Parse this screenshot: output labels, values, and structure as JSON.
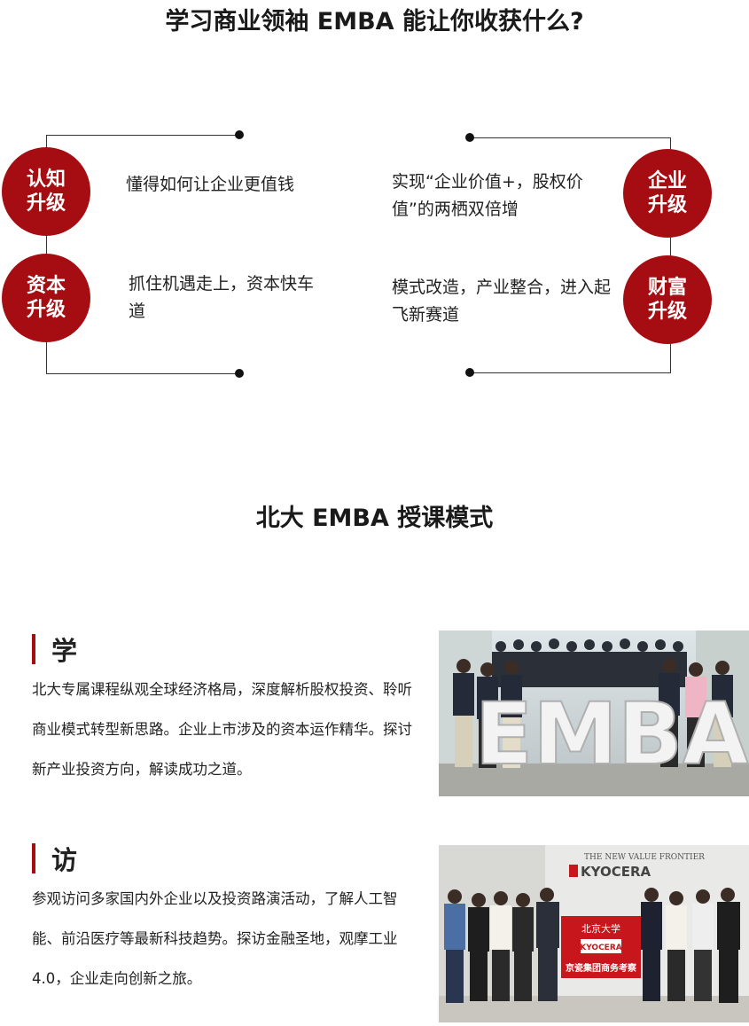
{
  "main_title": "学习商业领袖 EMBA 能让你收获什么?",
  "benefits": [
    {
      "badge": "认知\n升级",
      "text": "懂得如何让企业更值钱"
    },
    {
      "badge": "资本\n升级",
      "text": "抓住机遇走上，资本快车道"
    },
    {
      "badge": "企业\n升级",
      "text": "实现“企业价值+，股权价值”的两栖双倍增"
    },
    {
      "badge": "财富\n升级",
      "text": "模式改造，产业整合，进入起飞新赛道"
    }
  ],
  "mode_title": "北大 EMBA 授课模式",
  "sections": [
    {
      "title": "学",
      "text": "北大专属课程纵观全球经济格局，深度解析股权投资、聆听商业模式转型新思路。企业上市涉及的资本运作精华。探讨新产业投资方向，解读成功之道。"
    },
    {
      "title": "访",
      "text": "参观访问多家国内外企业以及投资路演活动，了解人工智能、前沿医疗等最新科技趋势。探访金融圣地，观摩工业 4.0，企业走向创新之旅。"
    }
  ],
  "photo1": {
    "sign": "EMBA"
  },
  "photo2": {
    "header": "THE NEW VALUE FRONTIER",
    "logo": "KYOCERA",
    "flag_top": "北京大学",
    "flag_logo": "KYOCERA",
    "flag_bottom": "京瓷集团商务考察"
  },
  "colors": {
    "accent": "#a50d12"
  }
}
